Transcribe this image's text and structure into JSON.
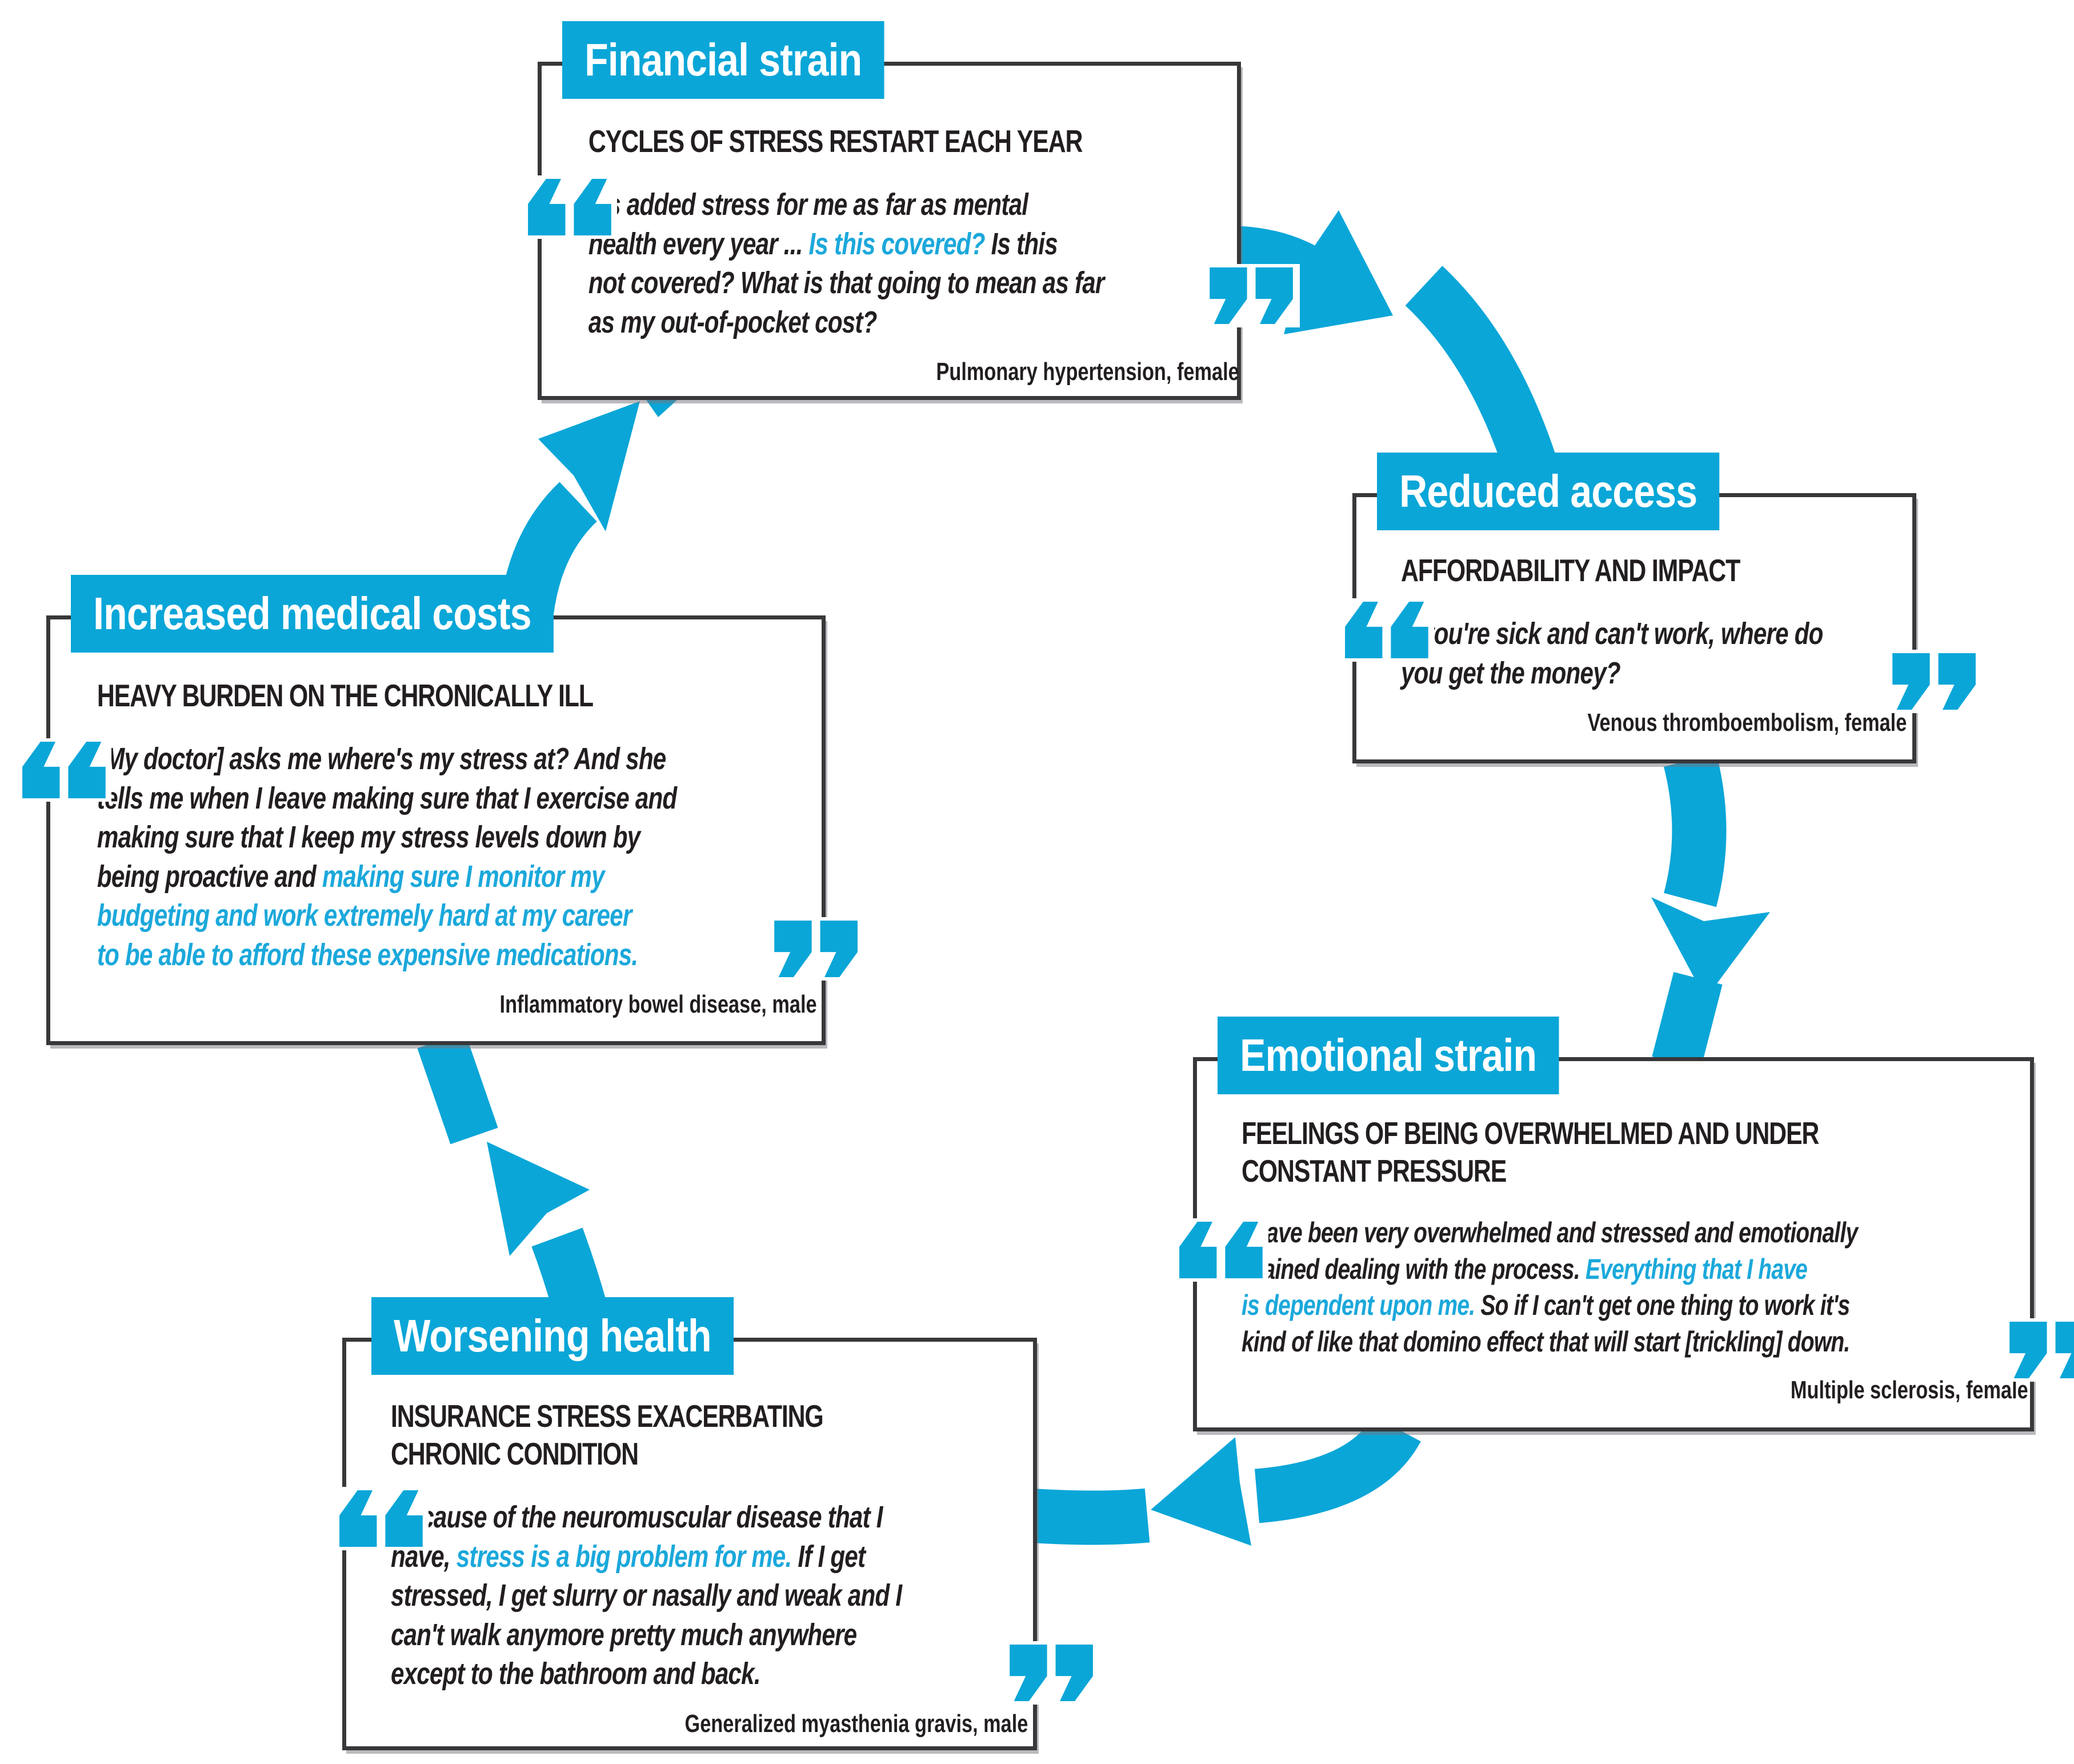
{
  "colors": {
    "accent": "#0aa6d8",
    "blue_text": "#1ba8db",
    "border": "#38373a",
    "ink": "#221e1f"
  },
  "nodes": [
    {
      "id": "financial-strain",
      "label": "Financial strain",
      "heading_lines": [
        "CYCLES OF STRESS RESTART EACH YEAR"
      ],
      "quote": [
        {
          "t": "It's added stress for me as far as mental",
          "br": true
        },
        {
          "t": "health every year ... "
        },
        {
          "t": "Is this covered?",
          "blue": true
        },
        {
          "t": " Is this",
          "br": true
        },
        {
          "t": "not covered? What is that going to mean as far",
          "br": true
        },
        {
          "t": "as my out-of-pocket cost?"
        }
      ],
      "attribution": "Pulmonary hypertension, female"
    },
    {
      "id": "reduced-access",
      "label": "Reduced access",
      "heading_lines": [
        "AFFORDABILITY AND IMPACT"
      ],
      "quote": [
        {
          "t": "If you're sick and can't work, where do",
          "br": true
        },
        {
          "t": "you get the money?"
        }
      ],
      "attribution": "Venous thromboembolism, female"
    },
    {
      "id": "emotional-strain",
      "label": "Emotional strain",
      "heading_lines": [
        "FEELINGS OF BEING OVERWHELMED AND UNDER",
        "CONSTANT PRESSURE"
      ],
      "quote": [
        {
          "t": "I have been very overwhelmed and stressed and emotionally",
          "br": true
        },
        {
          "t": "drained dealing with the process. "
        },
        {
          "t": "Everything that I have",
          "blue": true,
          "br": true
        },
        {
          "t": "is dependent upon me.",
          "blue": true
        },
        {
          "t": " So if I can't get one thing to work it's",
          "br": true
        },
        {
          "t": "kind of like that domino effect that will start [trickling] down."
        }
      ],
      "attribution": "Multiple sclerosis, female"
    },
    {
      "id": "worsening-health",
      "label": "Worsening health",
      "heading_lines": [
        "INSURANCE STRESS EXACERBATING",
        "CHRONIC CONDITION"
      ],
      "quote": [
        {
          "t": "Because of the neuromuscular disease that I",
          "br": true
        },
        {
          "t": "have, "
        },
        {
          "t": "stress is a big problem for me.",
          "blue": true
        },
        {
          "t": " If I get",
          "br": true
        },
        {
          "t": "stressed, I get slurry or nasally and weak and I",
          "br": true
        },
        {
          "t": "can't walk anymore pretty much anywhere",
          "br": true
        },
        {
          "t": "except to the bathroom and back."
        }
      ],
      "attribution": "Generalized myasthenia gravis, male"
    },
    {
      "id": "increased-medical-costs",
      "label": "Increased medical costs",
      "heading_lines": [
        "HEAVY BURDEN ON THE CHRONICALLY ILL"
      ],
      "quote": [
        {
          "t": "[My doctor] asks me where's my stress at? And she",
          "br": true
        },
        {
          "t": "tells me when I leave making sure that I exercise and",
          "br": true
        },
        {
          "t": "making sure that I keep my stress levels down by",
          "br": true
        },
        {
          "t": "being proactive and "
        },
        {
          "t": "making sure I monitor my",
          "blue": true,
          "br": true
        },
        {
          "t": "budgeting and work extremely hard at my career",
          "blue": true,
          "br": true
        },
        {
          "t": "to be able to afford these expensive medications.",
          "blue": true
        }
      ],
      "attribution": "Inflammatory bowel disease, male"
    }
  ]
}
